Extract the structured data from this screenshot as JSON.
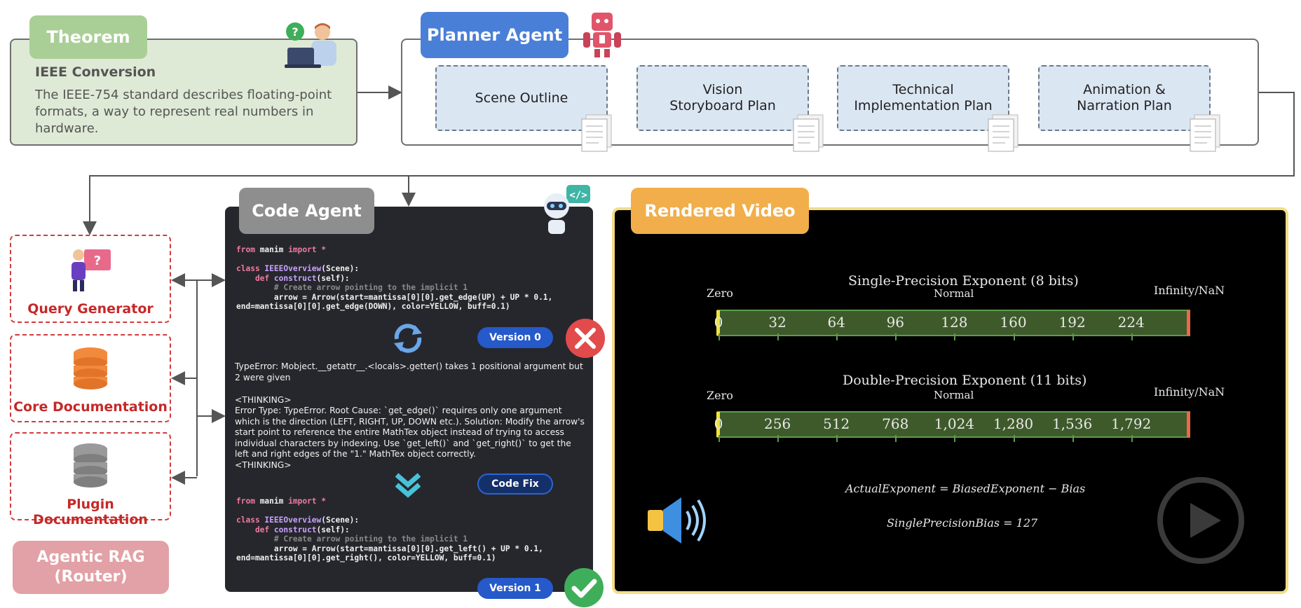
{
  "theorem": {
    "tag": "Theorem",
    "subtitle": "IEEE Conversion",
    "text": "The IEEE-754 standard describes floating-point formats, a way to represent real numbers in hardware."
  },
  "planner": {
    "tag": "Planner Agent",
    "steps": [
      {
        "line1": "Scene Outline",
        "line2": ""
      },
      {
        "line1": "Vision",
        "line2": "Storyboard Plan"
      },
      {
        "line1": "Technical",
        "line2": "Implementation Plan"
      },
      {
        "line1": "Animation &",
        "line2": "Narration Plan"
      }
    ]
  },
  "rag": {
    "tag_line1": "Agentic RAG",
    "tag_line2": "(Router)",
    "items": [
      "Query Generator",
      "Core Documentation",
      "Plugin Documentation"
    ]
  },
  "code_agent": {
    "tag": "Code Agent",
    "code_v0": {
      "l1a": "from",
      "l1b": " manim ",
      "l1c": "import",
      "l1d": " *",
      "l2a": "class",
      "l2b": " IEEEOverview",
      "l2c": "(Scene):",
      "l3a": "    def",
      "l3b": " construct",
      "l3c": "(self):",
      "l4": "        # Create arrow pointing to the implicit 1",
      "l5": "        arrow = Arrow(start=mantissa[0][0].get_edge(UP) + UP * 0.1,",
      "l6": "end=mantissa[0][0].get_edge(DOWN), color=YELLOW, buff=0.1)"
    },
    "version0": "Version 0",
    "error_text": "TypeError: Mobject.__getattr__.<locals>.getter() takes 1 positional argument but 2 were given",
    "thinking_open": "<THINKING>",
    "thinking_text": "Error Type: TypeError. Root Cause: `get_edge()` requires only one argument which is the direction (LEFT, RIGHT, UP, DOWN etc.). Solution: Modify the arrow's start point to reference the entire MathTex object instead of trying to access individual characters by indexing. Use `get_left()` and `get_right()` to get the left and right edges of the \"1.\" MathTex object correctly.",
    "thinking_close": "<THINKING>",
    "code_fix": "Code Fix",
    "code_v1": {
      "l1a": "from",
      "l1b": " manim ",
      "l1c": "import",
      "l1d": " *",
      "l2a": "class",
      "l2b": " IEEEOverview",
      "l2c": "(Scene):",
      "l3a": "    def",
      "l3b": " construct",
      "l3c": "(self):",
      "l4": "        # Create arrow pointing to the implicit 1",
      "l5": "        arrow = Arrow(start=mantissa[0][0].get_left() + UP * 0.1,",
      "l6": "end=mantissa[0][0].get_right(), color=YELLOW, buff=0.1)"
    },
    "version1": "Version 1"
  },
  "video": {
    "tag": "Rendered Video",
    "single": {
      "title": "Single-Precision Exponent (8 bits)",
      "zero": "Zero",
      "normal": "Normal",
      "inf": "Infinity/NaN",
      "ticks": [
        "0",
        "32",
        "64",
        "96",
        "128",
        "160",
        "192",
        "224"
      ]
    },
    "double": {
      "title": "Double-Precision Exponent (11 bits)",
      "zero": "Zero",
      "normal": "Normal",
      "inf": "Infinity/NaN",
      "ticks": [
        "0",
        "256",
        "512",
        "768",
        "1,024",
        "1,280",
        "1,536",
        "1,792"
      ]
    },
    "formula1": "ActualExponent = BiasedExponent − Bias",
    "formula2": "SinglePrecisionBias = 127"
  },
  "colors": {
    "theorem": "#a9cf96",
    "planner": "#4a7fd8",
    "code": "#8e8e8e",
    "video": "#f1ae4a",
    "rag": "#e2a1a6",
    "version": "#2659c9",
    "error": "#e24b4b",
    "success": "#3fae5a"
  },
  "icons": [
    "question-person-icon",
    "robot-icon",
    "document-icon",
    "code-robot-icon",
    "search-person-icon",
    "database-icon",
    "refresh-icon",
    "error-x-icon",
    "double-chevron-icon",
    "checkmark-icon",
    "speaker-icon",
    "play-icon"
  ]
}
